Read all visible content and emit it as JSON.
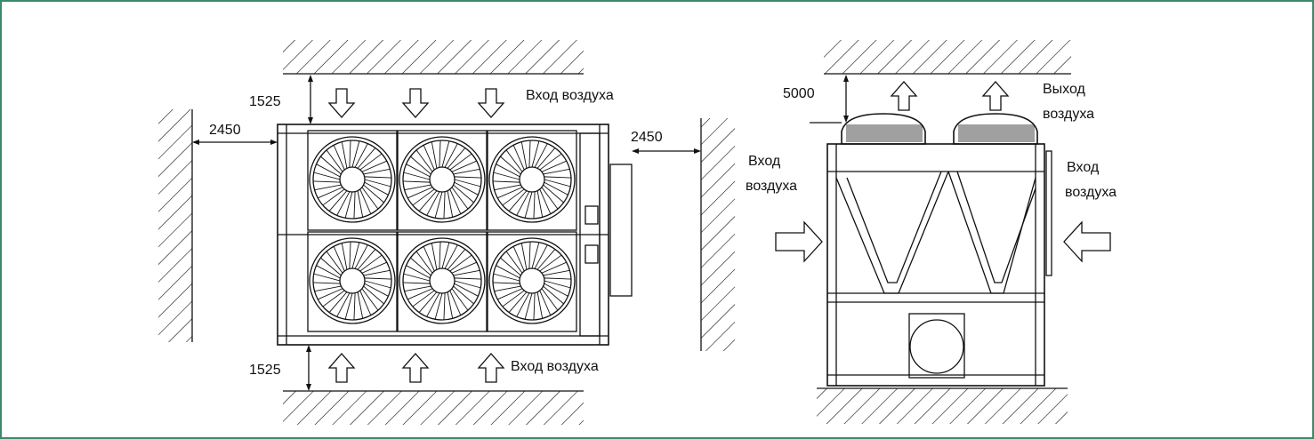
{
  "plan_view": {
    "dimensions": {
      "top": "1525",
      "bottom": "1525",
      "left": "2450",
      "right": "2450"
    },
    "top_air_label": "Вход воздуха",
    "bottom_air_label": "Вход воздуха"
  },
  "side_view": {
    "dimension_top": "5000",
    "outlet_label": [
      "Выход",
      "воздуха"
    ],
    "left_inlet_label": [
      "Вход",
      "воздуха"
    ],
    "right_inlet_label": [
      "Вход",
      "воздуха"
    ]
  },
  "colors": {
    "border": "#3a8a6a",
    "line": "#111111"
  }
}
